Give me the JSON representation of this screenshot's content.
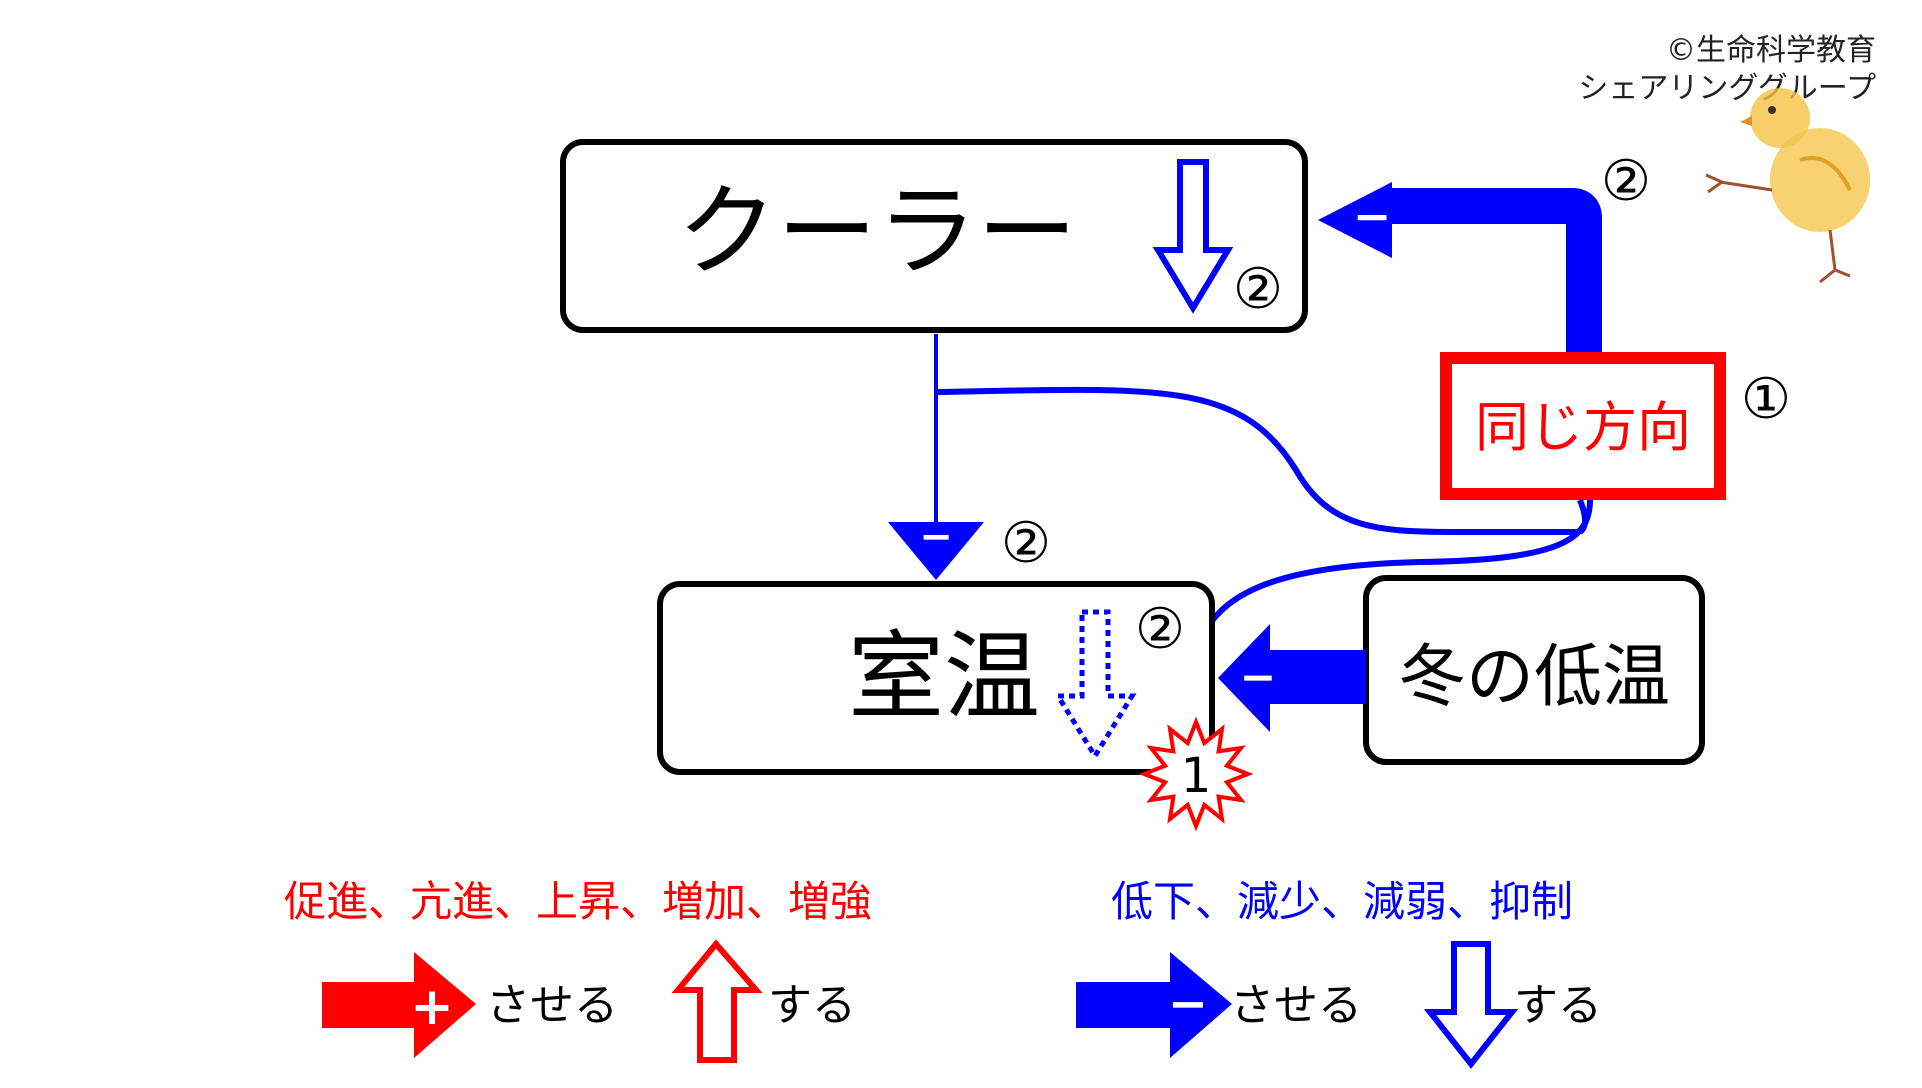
{
  "copyright": {
    "line1": "©生命科学教育",
    "line2": "シェアリンググループ"
  },
  "nodes": {
    "cooler": "クーラー",
    "room_temp": "室温",
    "winter_cold": "冬の低温",
    "same_direction": "同じ方向"
  },
  "markers": {
    "cooler_state": "②",
    "feedback_step": "②",
    "same_direction_step": "①",
    "down_arrow_step": "②",
    "room_state": "②",
    "room_burst": "1"
  },
  "arrow_signs": {
    "minus": "−",
    "plus": "+"
  },
  "legend": {
    "red_terms": "促進、亢進、上昇、増加、増強",
    "blue_terms": "低下、減少、減弱、抑制",
    "red_arrow_text": "させる",
    "red_up_text": "する",
    "blue_arrow_text": "させる",
    "blue_down_text": "する"
  },
  "colors": {
    "red": "#ff0000",
    "blue": "#0000ff",
    "black": "#000000",
    "chick": "#f5c242"
  },
  "icons": {
    "mascot": "chick-drawing-icon",
    "burst": "explosion-star-icon"
  }
}
